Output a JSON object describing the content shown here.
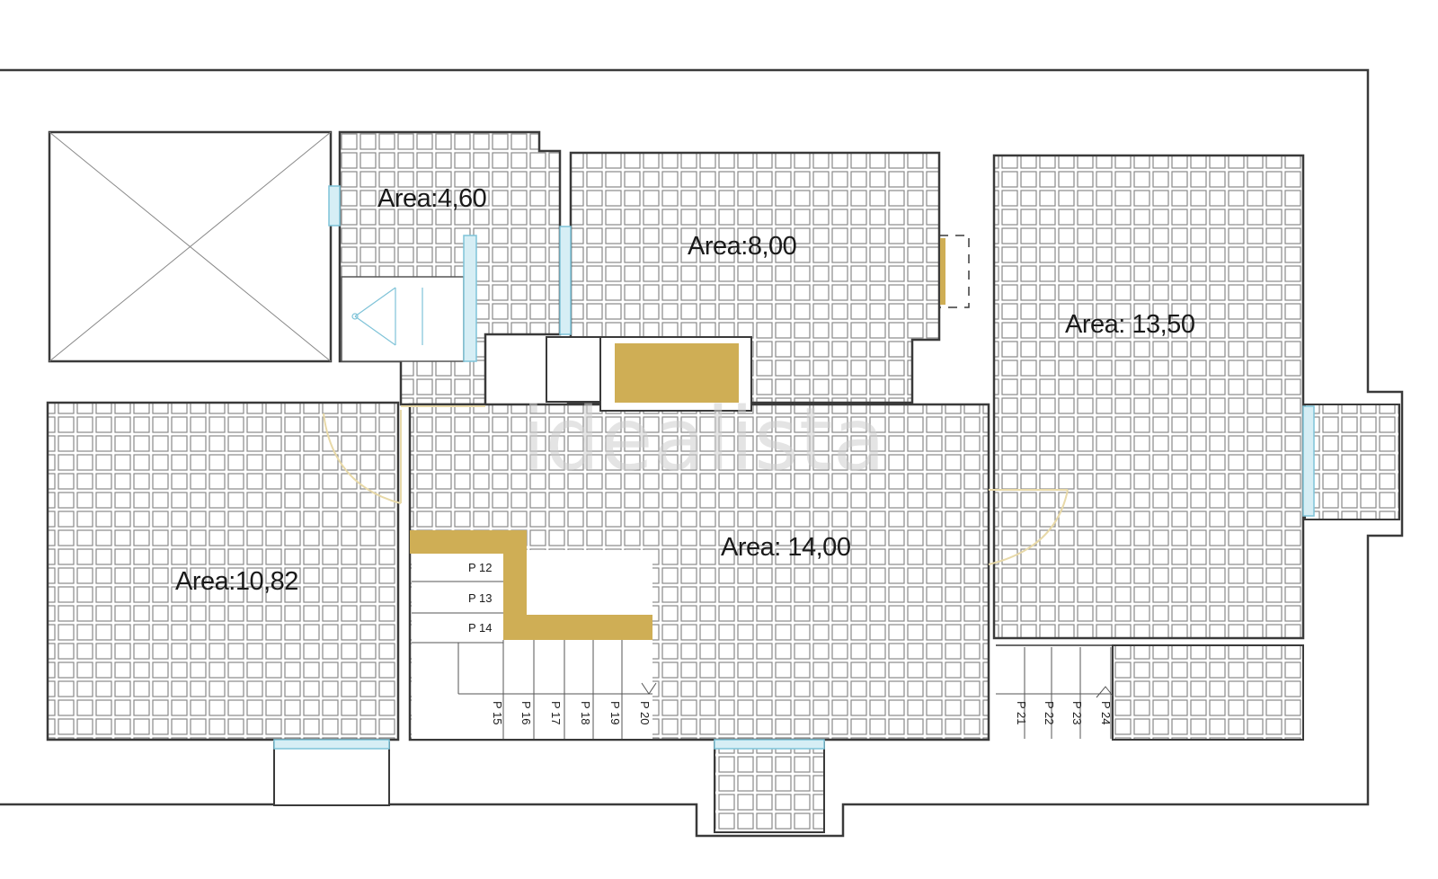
{
  "plan": {
    "watermark": "idealista",
    "rooms": [
      {
        "id": "room-a",
        "label": "Area:4,60"
      },
      {
        "id": "room-b",
        "label": "Area:8,00"
      },
      {
        "id": "room-c",
        "label": "Area: 13,50"
      },
      {
        "id": "room-d",
        "label": "Area:10,82"
      },
      {
        "id": "room-e",
        "label": "Area: 14,00"
      }
    ],
    "stairs": {
      "landing_steps": [
        "P 12",
        "P 13",
        "P 14"
      ],
      "main_steps": [
        "P 15",
        "P 16",
        "P 17",
        "P 18",
        "P 19",
        "P 20"
      ],
      "side_steps": [
        "P 21",
        "P 22",
        "P 23",
        "P 24"
      ]
    },
    "colors": {
      "wall": "#3a3a3a",
      "tile_line": "#8a8a8a",
      "wood": "#cfae55",
      "glass": "#7fc3d8",
      "door_arc": "#e8d9a8"
    }
  }
}
